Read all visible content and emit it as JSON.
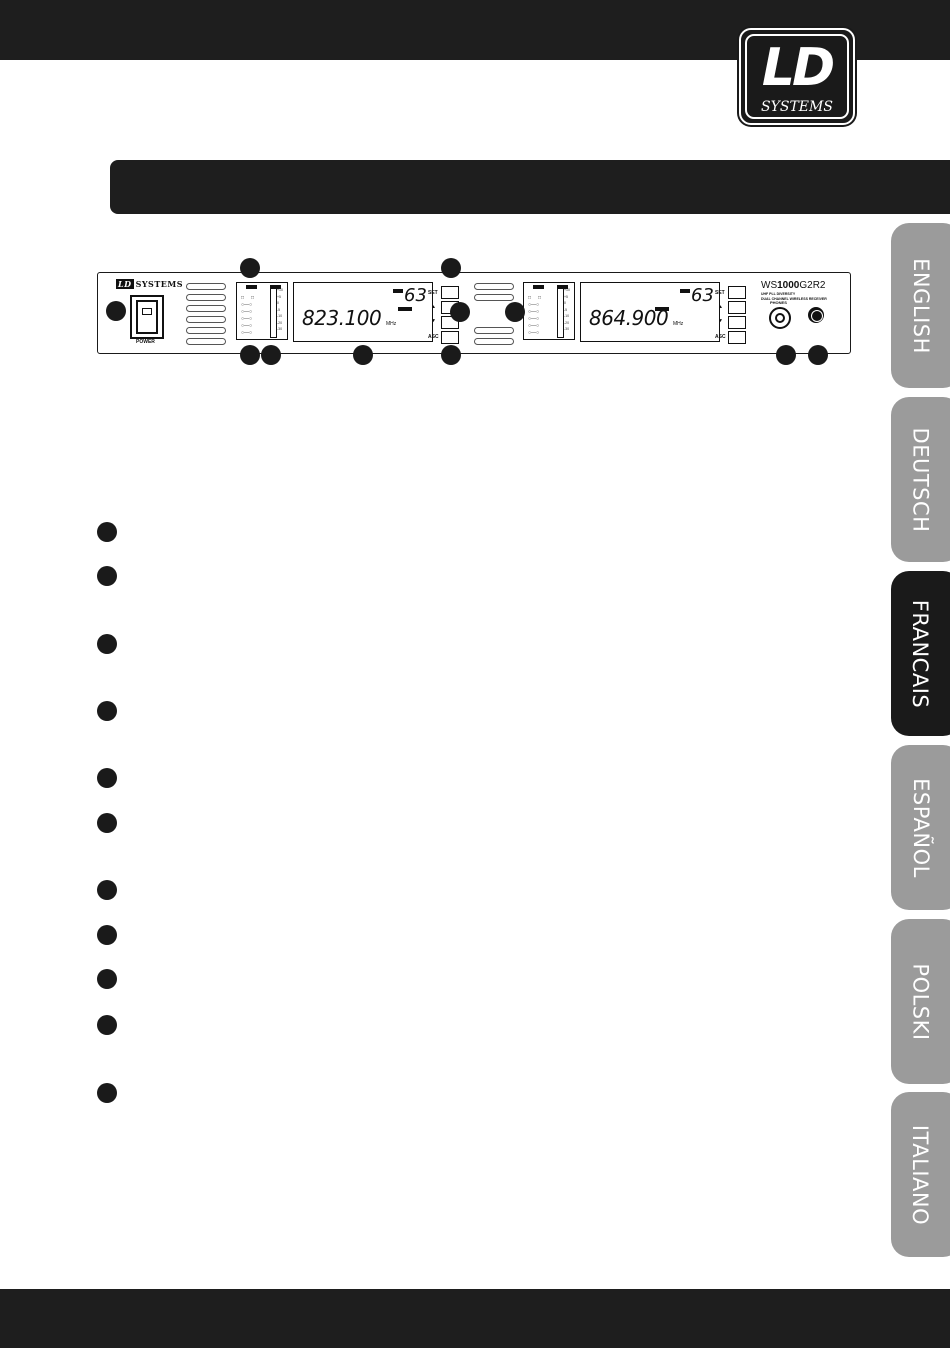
{
  "brand": {
    "logo_line1": "LD",
    "logo_line2": "SYSTEMS"
  },
  "device": {
    "brand_prefix": "LD",
    "brand_suffix": "SYSTEMS",
    "power_label": "POWER",
    "model_prefix": "WS",
    "model_bold": "1000",
    "model_suffix": "G2R2",
    "model_sub1": "UHF PLL DIVERSITY",
    "model_sub2": "DUAL CHANNEL WIRELESS RECEIVER",
    "phones_label": "PHONES",
    "ch_a": {
      "frequency": "823.100",
      "unit": "MHz",
      "channel": "63",
      "rf_label": "RF",
      "af_label": "AF"
    },
    "ch_b": {
      "frequency": "864.900",
      "unit": "MHz",
      "channel": "63",
      "rf_label": "RF",
      "af_label": "AF"
    },
    "buttons": [
      "SET",
      "▲",
      "▼",
      "ASC"
    ],
    "levels": [
      "+10",
      "+5",
      "0",
      "-5",
      "-10",
      "-20",
      "-30"
    ]
  },
  "language_tabs": [
    {
      "label": "ENGLISH",
      "active": false
    },
    {
      "label": "DEUTSCH",
      "active": false
    },
    {
      "label": "FRANCAIS",
      "active": true
    },
    {
      "label": "ESPAÑOL",
      "active": false
    },
    {
      "label": "POLSKI",
      "active": false
    },
    {
      "label": "ITALIANO",
      "active": false
    }
  ],
  "colors": {
    "dark": "#1e1e1e",
    "tab_inactive": "#9b9b9b",
    "tab_active": "#1a1a1a"
  }
}
